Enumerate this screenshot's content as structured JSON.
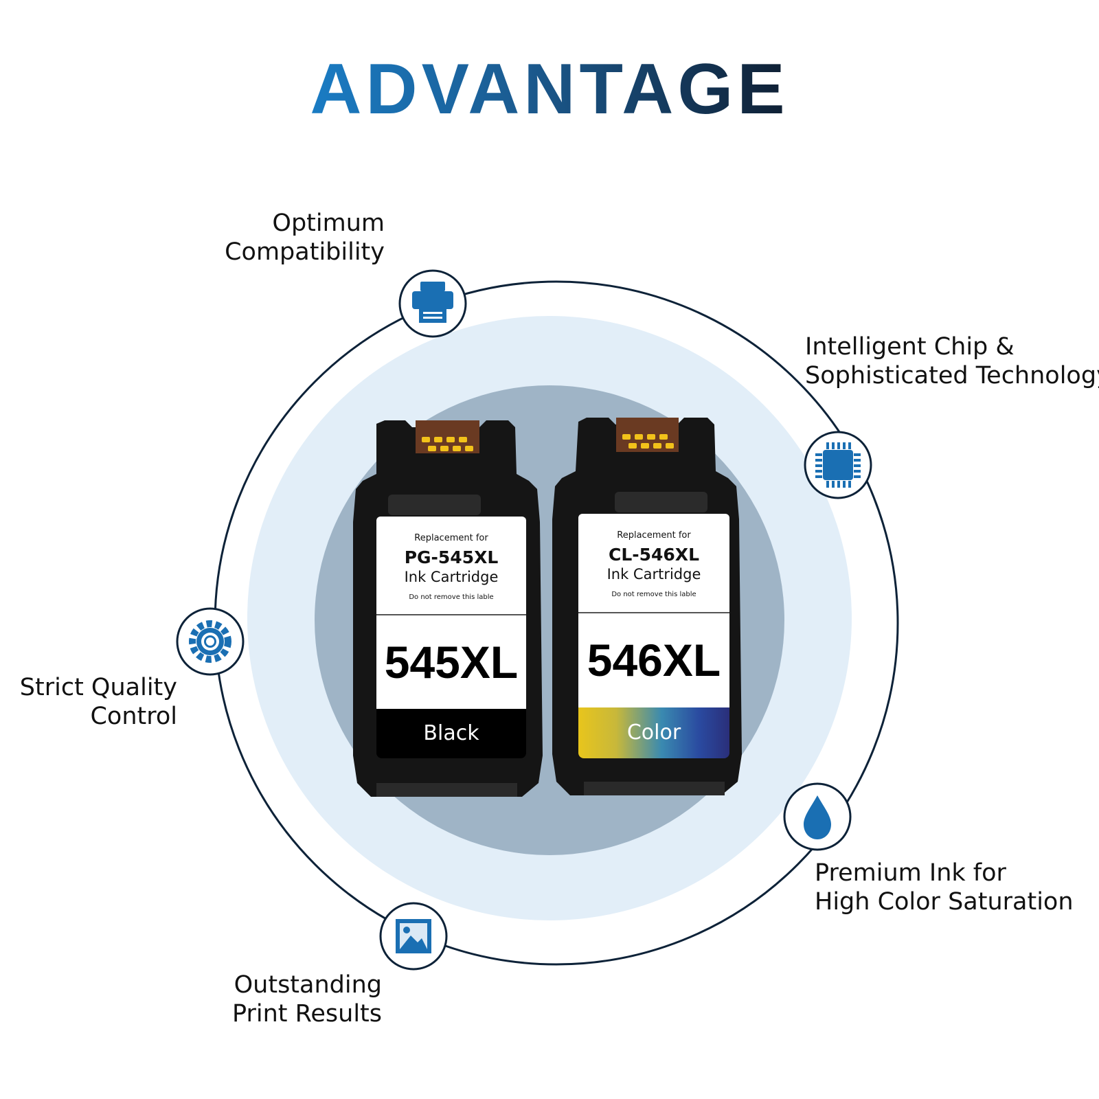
{
  "headline": "ADVANTAGE",
  "colors": {
    "accent": "#1a6fb3",
    "outline": "#0d2238",
    "halo": "#e2eef8",
    "inner_disc": "#9fb4c6"
  },
  "features": {
    "compatibility": {
      "line1": "Optimum",
      "line2": "Compatibility",
      "icon": "printer-icon"
    },
    "chip": {
      "line1": "Intelligent Chip &",
      "line2": "Sophisticated Technology",
      "icon": "chip-icon"
    },
    "quality": {
      "line1": "Strict Quality",
      "line2": "Control",
      "icon": "gear-icon"
    },
    "ink": {
      "line1": "Premium Ink for",
      "line2": "High Color Saturation",
      "icon": "ink-drop-icon"
    },
    "results": {
      "line1": "Outstanding",
      "line2": "Print Results",
      "icon": "image-icon"
    }
  },
  "cartridges": {
    "black": {
      "replacement": "Replacement for",
      "model": "PG-545XL",
      "type": "Ink Cartridge",
      "note": "Do not remove this lable",
      "big": "545XL",
      "strip": "Black"
    },
    "color": {
      "replacement": "Replacement for",
      "model": "CL-546XL",
      "type": "Ink Cartridge",
      "note": "Do not remove this lable",
      "big": "546XL",
      "strip": "Color"
    }
  }
}
